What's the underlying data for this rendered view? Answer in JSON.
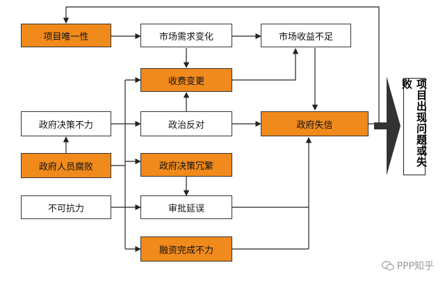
{
  "boxes": {
    "uniqueness": "项目唯一性",
    "market_demand": "市场需求变化",
    "market_revenue": "市场收益不足",
    "fee_change": "收费变更",
    "policy_failure": "政府决策不力",
    "political_opposition": "政治反对",
    "gov_default": "政府失信",
    "official_corruption": "政府人员腐败",
    "gov_redundancy": "政府决策冗繁",
    "force_majeure": "不可抗力",
    "approval_delay": "审批延误",
    "financing_failure": "融资完成不力"
  },
  "result": "项目出现问题或失败",
  "watermark": "PPP知乎",
  "colors": {
    "risk_fill": "#f08a1c",
    "neutral_fill": "#ffffff",
    "arrow_fill": "#333333"
  }
}
